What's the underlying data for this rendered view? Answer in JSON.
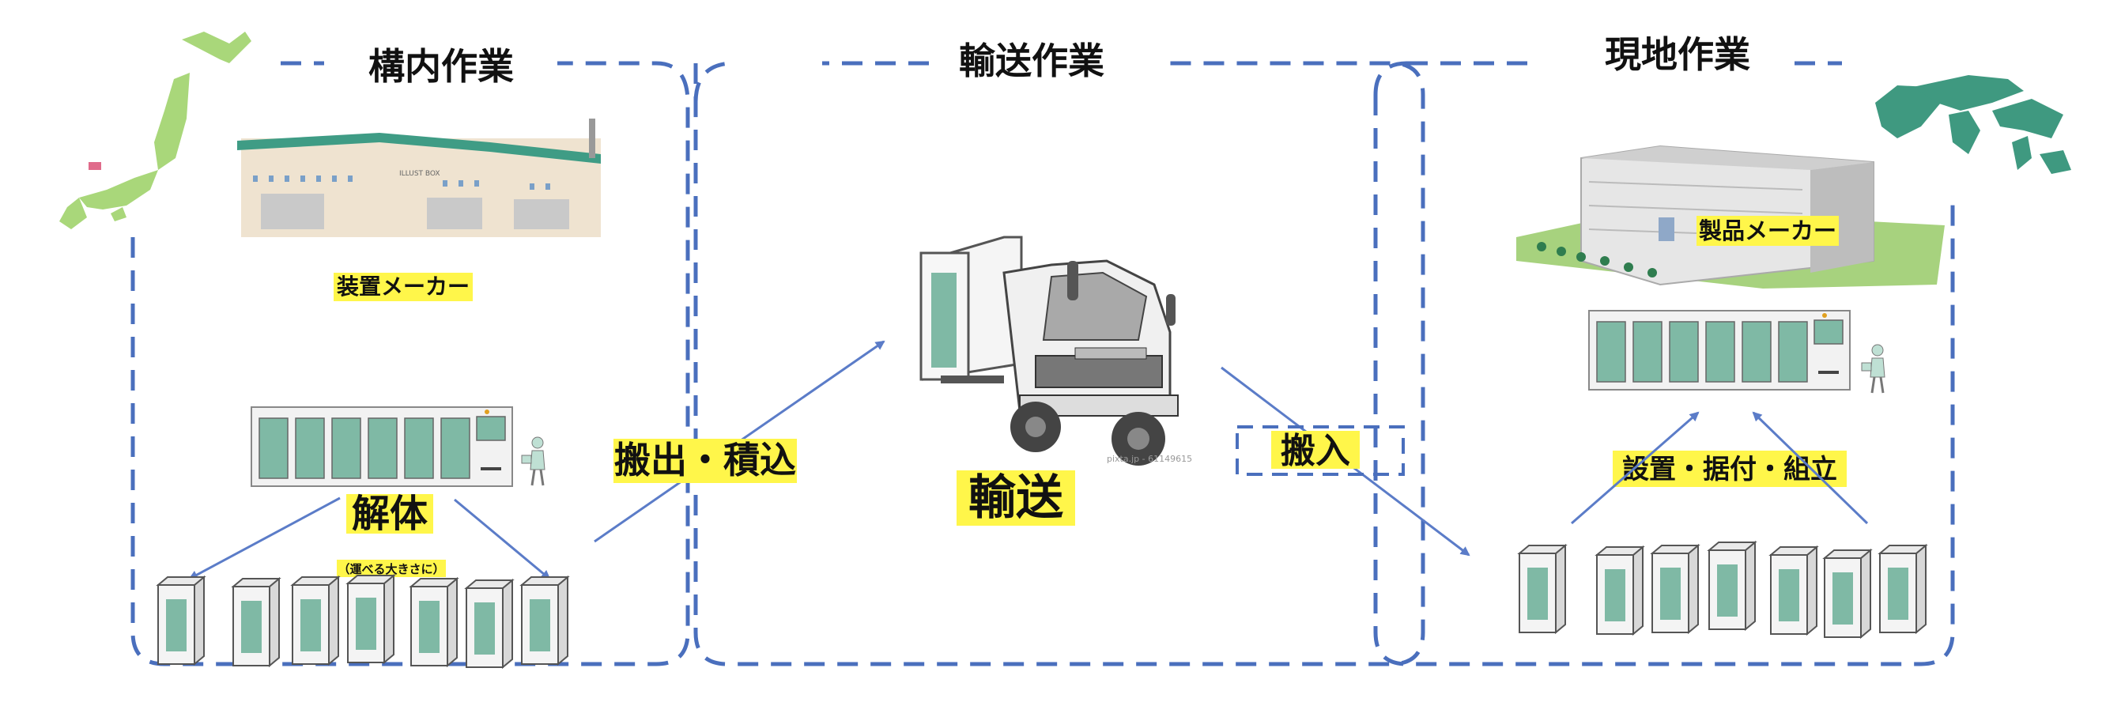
{
  "sections": {
    "on_site": "構内作業",
    "transport": "輸送作業",
    "local": "現地作業"
  },
  "labels": {
    "equipment_maker": "装置メーカー",
    "disassembly": "解体",
    "disassembly_note": "（運べる大きさに）",
    "carry_out_load": "搬出・積込",
    "transport": "輸送",
    "carry_in": "搬入",
    "product_maker": "製品メーカー",
    "install": "設置・据付・組立",
    "factory_sign": "ILLUST BOX",
    "watermark": "pixta.jp - 61149615"
  },
  "colors": {
    "frame": "#4a6fbd",
    "arrow": "#5b7cc8",
    "highlight": "#fff64a",
    "module": "#7fb9a5",
    "map": "#3f9980",
    "factory_roof": "#3f9c85"
  }
}
